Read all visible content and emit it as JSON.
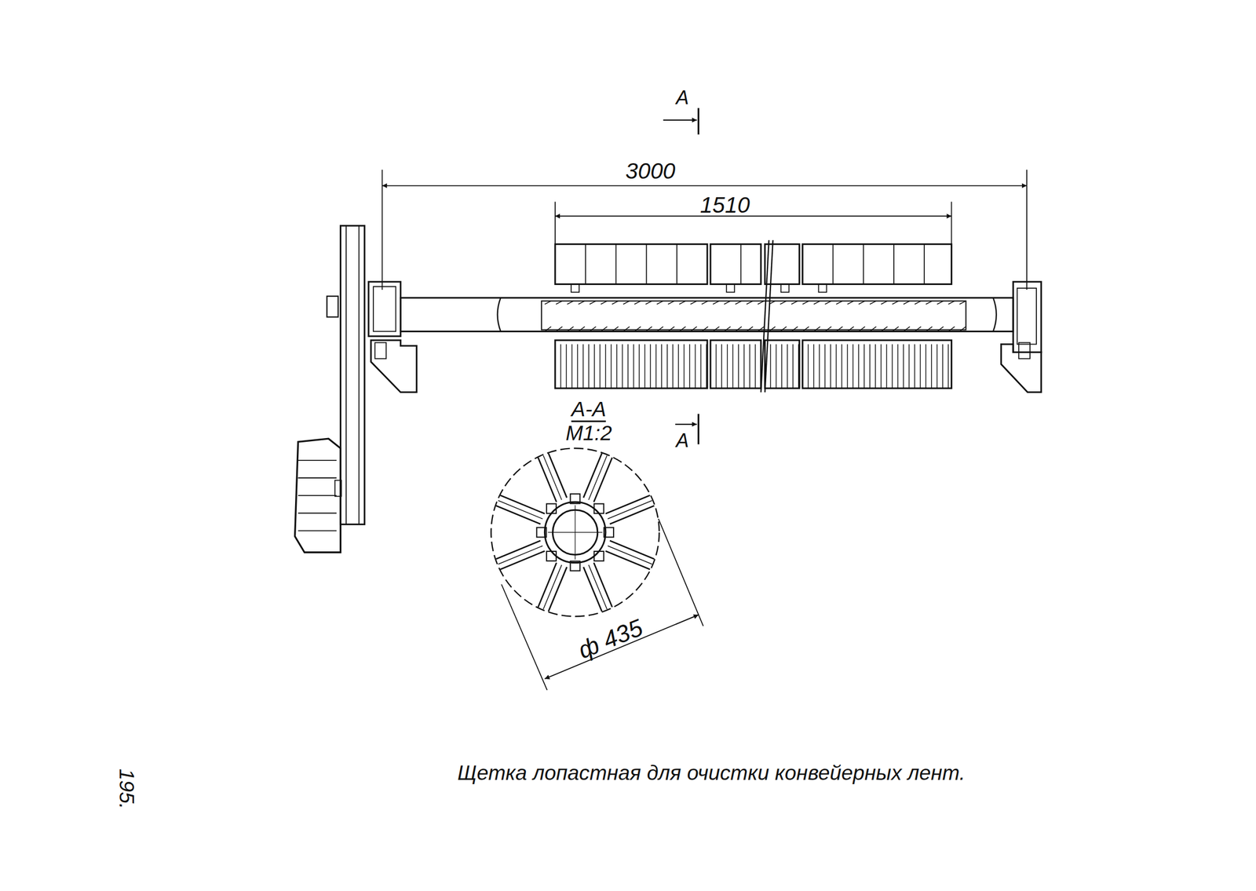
{
  "diagram": {
    "caption": "Щетка лопастная для очистки конвейерных лент.",
    "labels": [
      "А",
      "3000",
      "1510",
      "А-А",
      "М1:2",
      "А",
      "ф 435",
      "195."
    ]
  }
}
